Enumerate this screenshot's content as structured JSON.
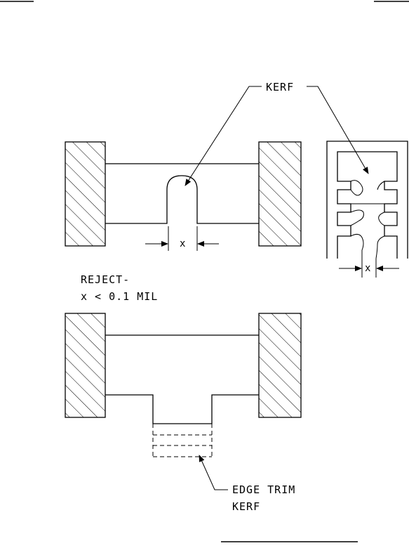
{
  "labels": {
    "kerf": "KERF",
    "dim_x_left": "x",
    "dim_x_right": "x",
    "reject_line1": "REJECT-",
    "reject_line2": "x < 0.1 MIL",
    "edge_trim_line1": "EDGE TRIM",
    "edge_trim_line2": "KERF"
  }
}
